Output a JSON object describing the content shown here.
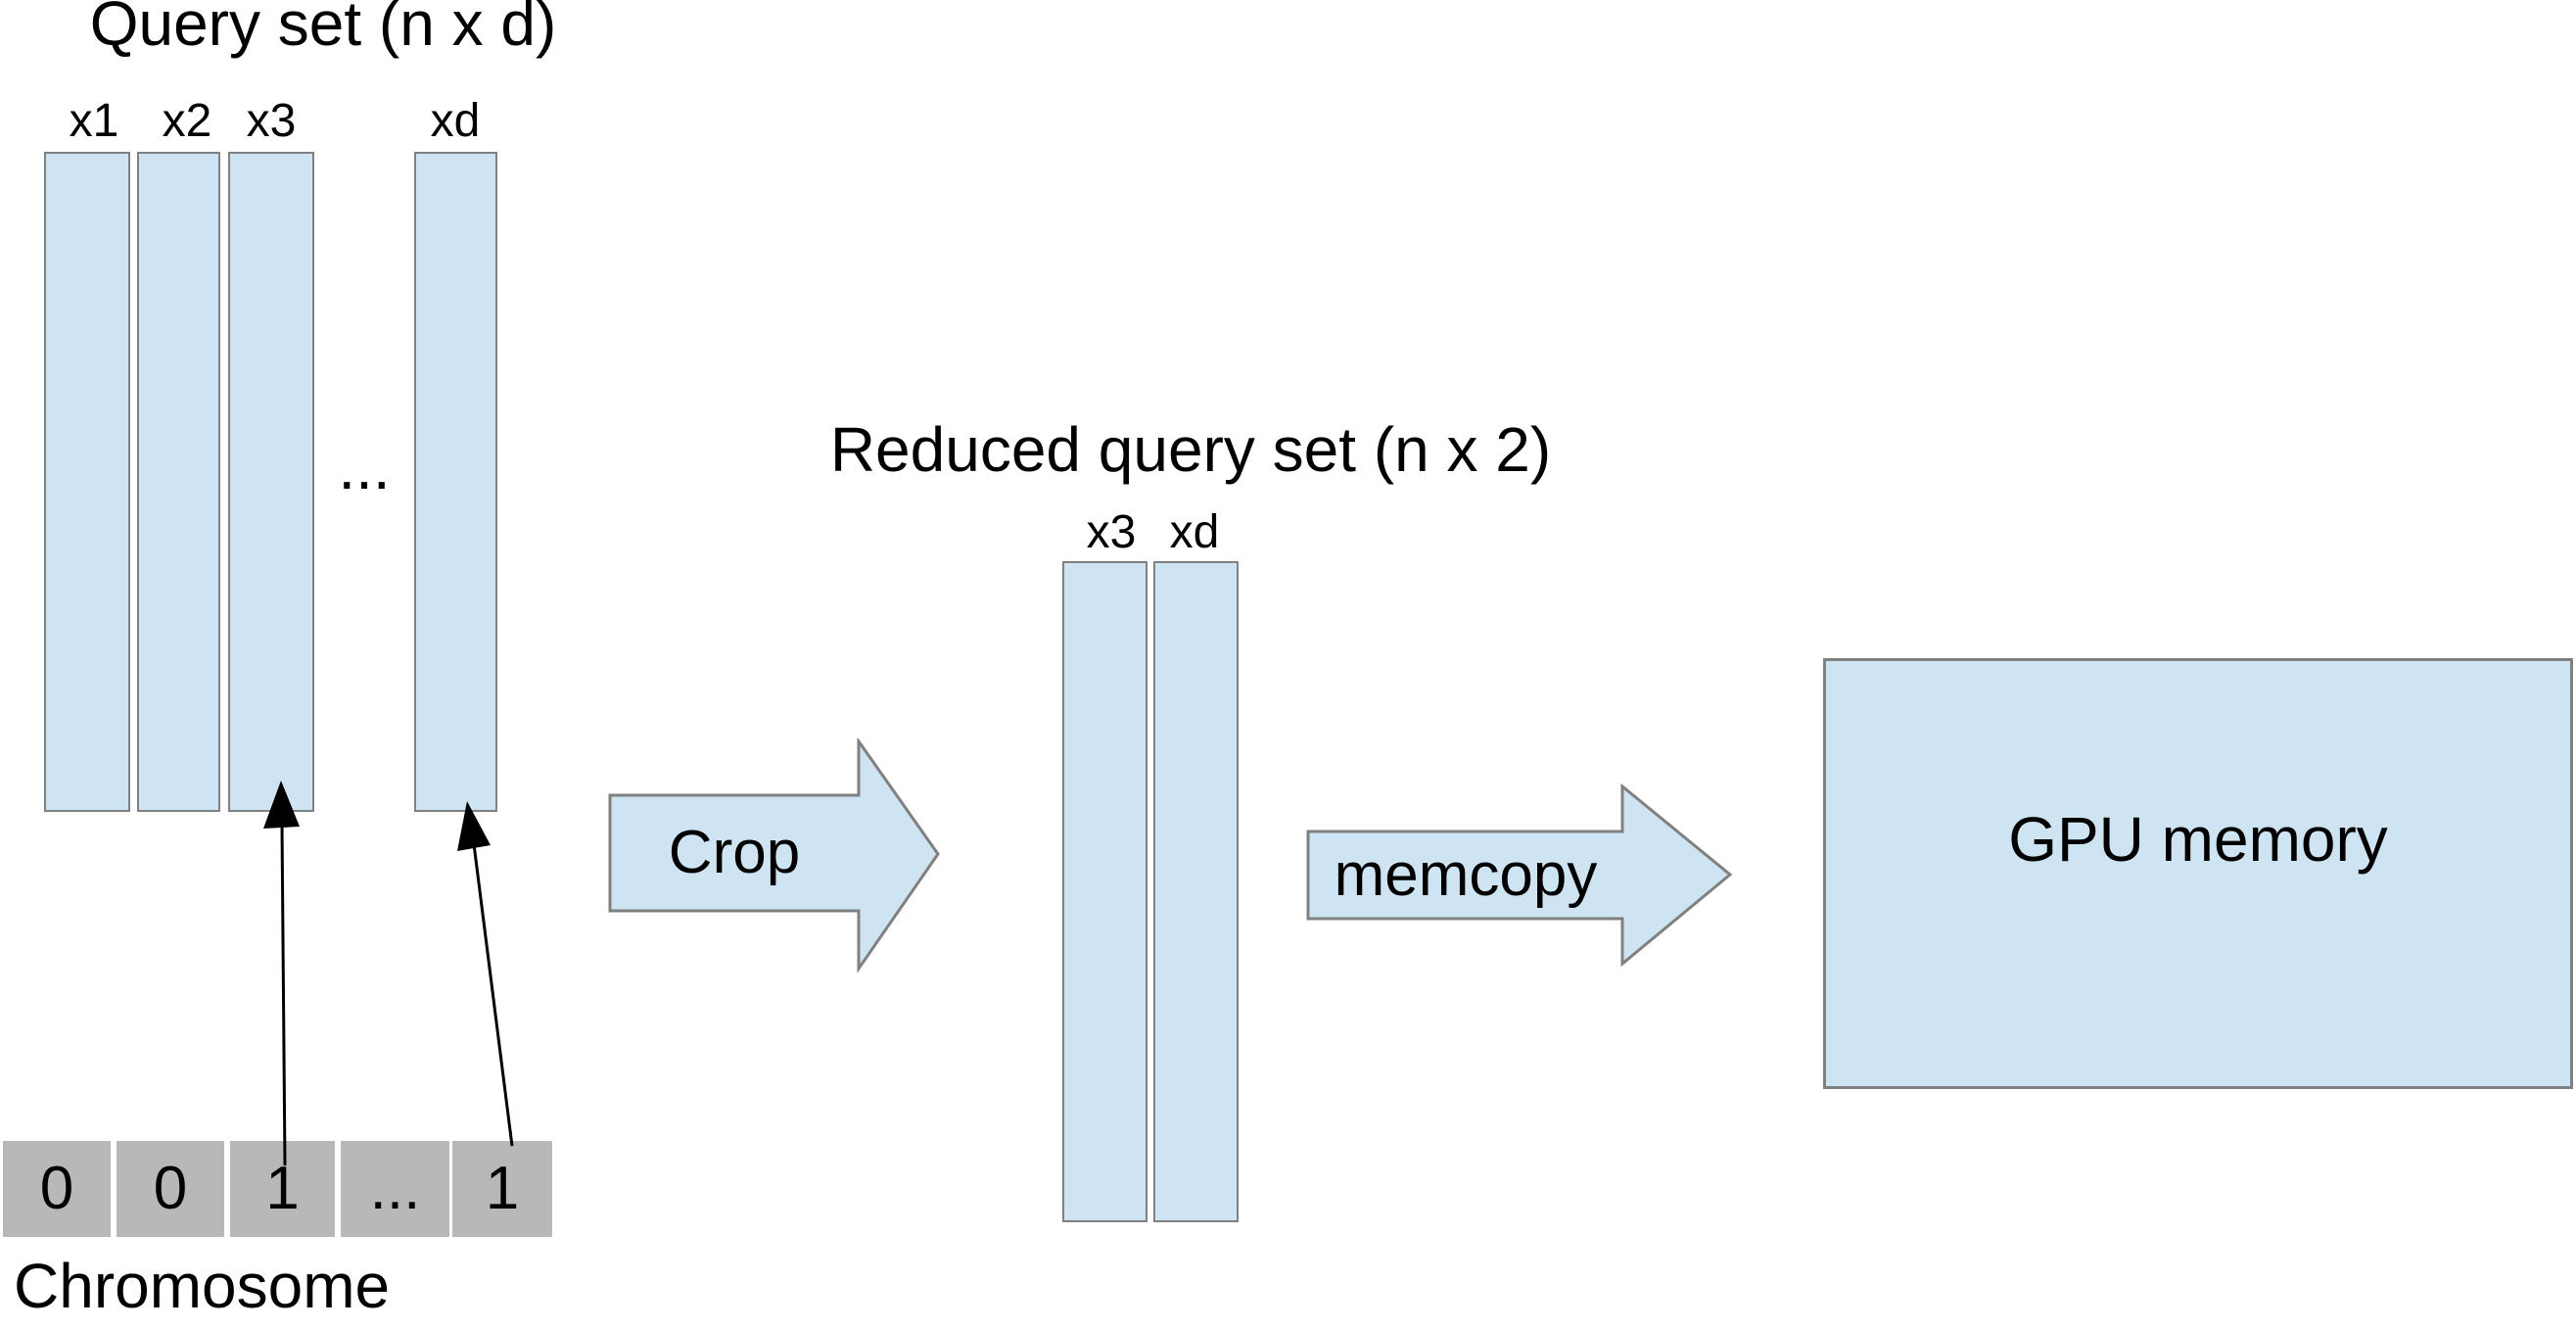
{
  "query_set": {
    "title": "Query set (n x d)",
    "column_labels": [
      "x1",
      "x2",
      "x3",
      "xd"
    ],
    "ellipsis": "..."
  },
  "reduced_query_set": {
    "title": "Reduced query set (n x 2)",
    "column_labels": [
      "x3",
      "xd"
    ]
  },
  "arrows": {
    "crop_label": "Crop",
    "memcopy_label": "memcopy"
  },
  "gpu": {
    "label": "GPU memory"
  },
  "chromosome": {
    "cells": [
      "0",
      "0",
      "1",
      "...",
      "1"
    ],
    "label": "Chromosome"
  },
  "colors": {
    "fill": "#cfe4f2",
    "border": "#808080",
    "cell_fill": "#b8b8b8",
    "text": "#000000"
  }
}
